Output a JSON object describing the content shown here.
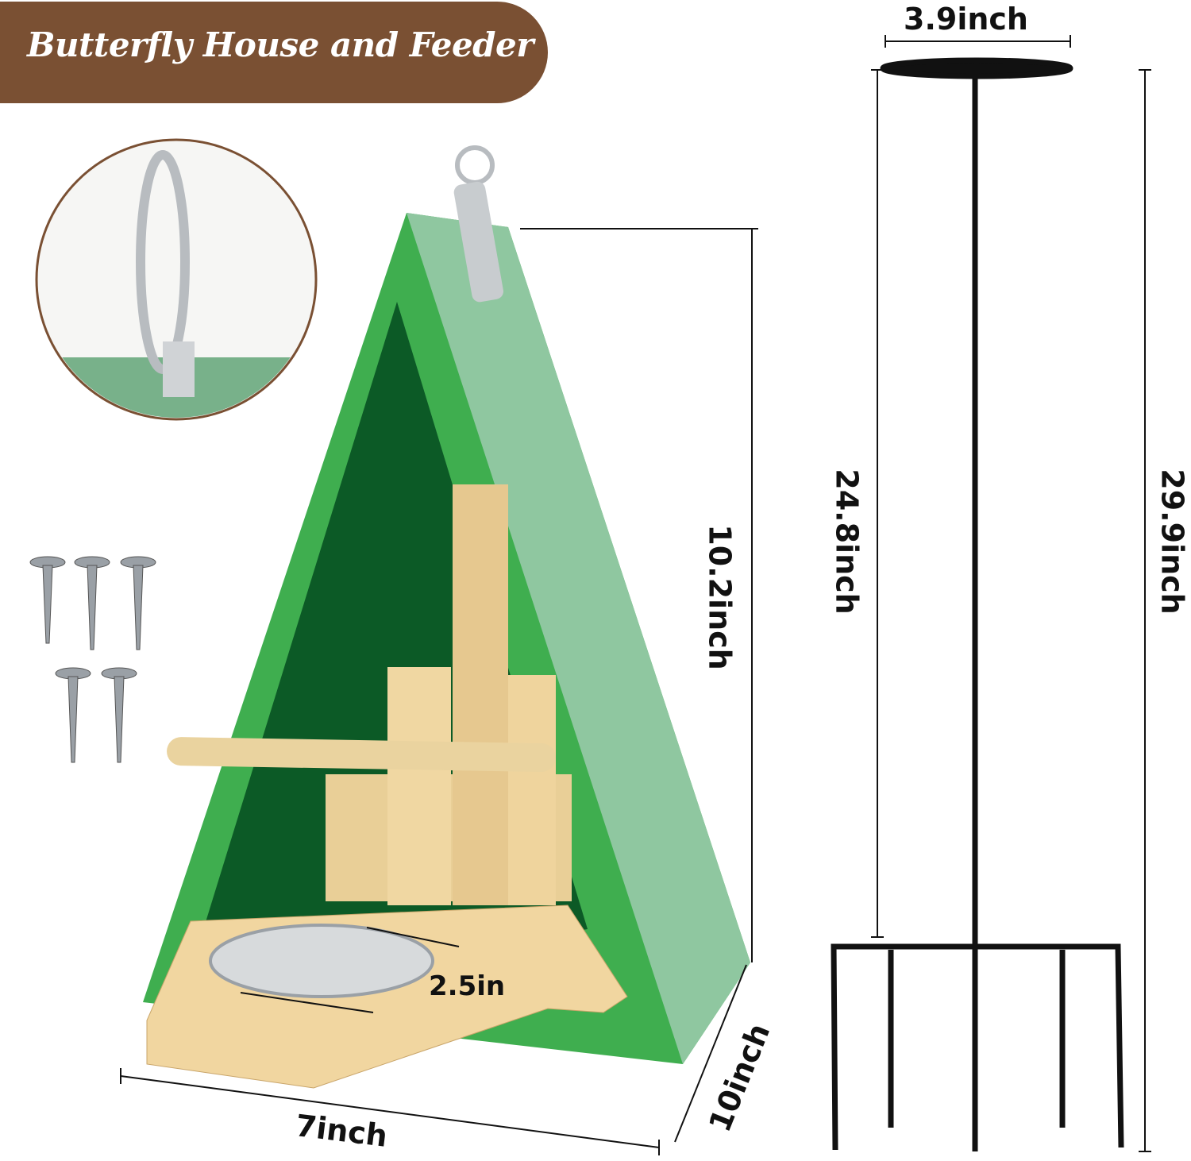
{
  "title": "Butterfly House and Feeder",
  "dimensions": {
    "stake_top_width": "3.9inch",
    "stake_shaft_height": "24.8inch",
    "stake_total_height": "29.9inch",
    "house_height": "10.2inch",
    "dish_diameter": "2.5in",
    "base_width": "7inch",
    "base_depth": "10inch"
  },
  "colors": {
    "banner": "#7a5033",
    "roof_outer": "#3fae4f",
    "roof_side": "#8fc7a0",
    "interior": "#0c5a26",
    "wood": "#f1d6a0",
    "stake": "#111111"
  }
}
